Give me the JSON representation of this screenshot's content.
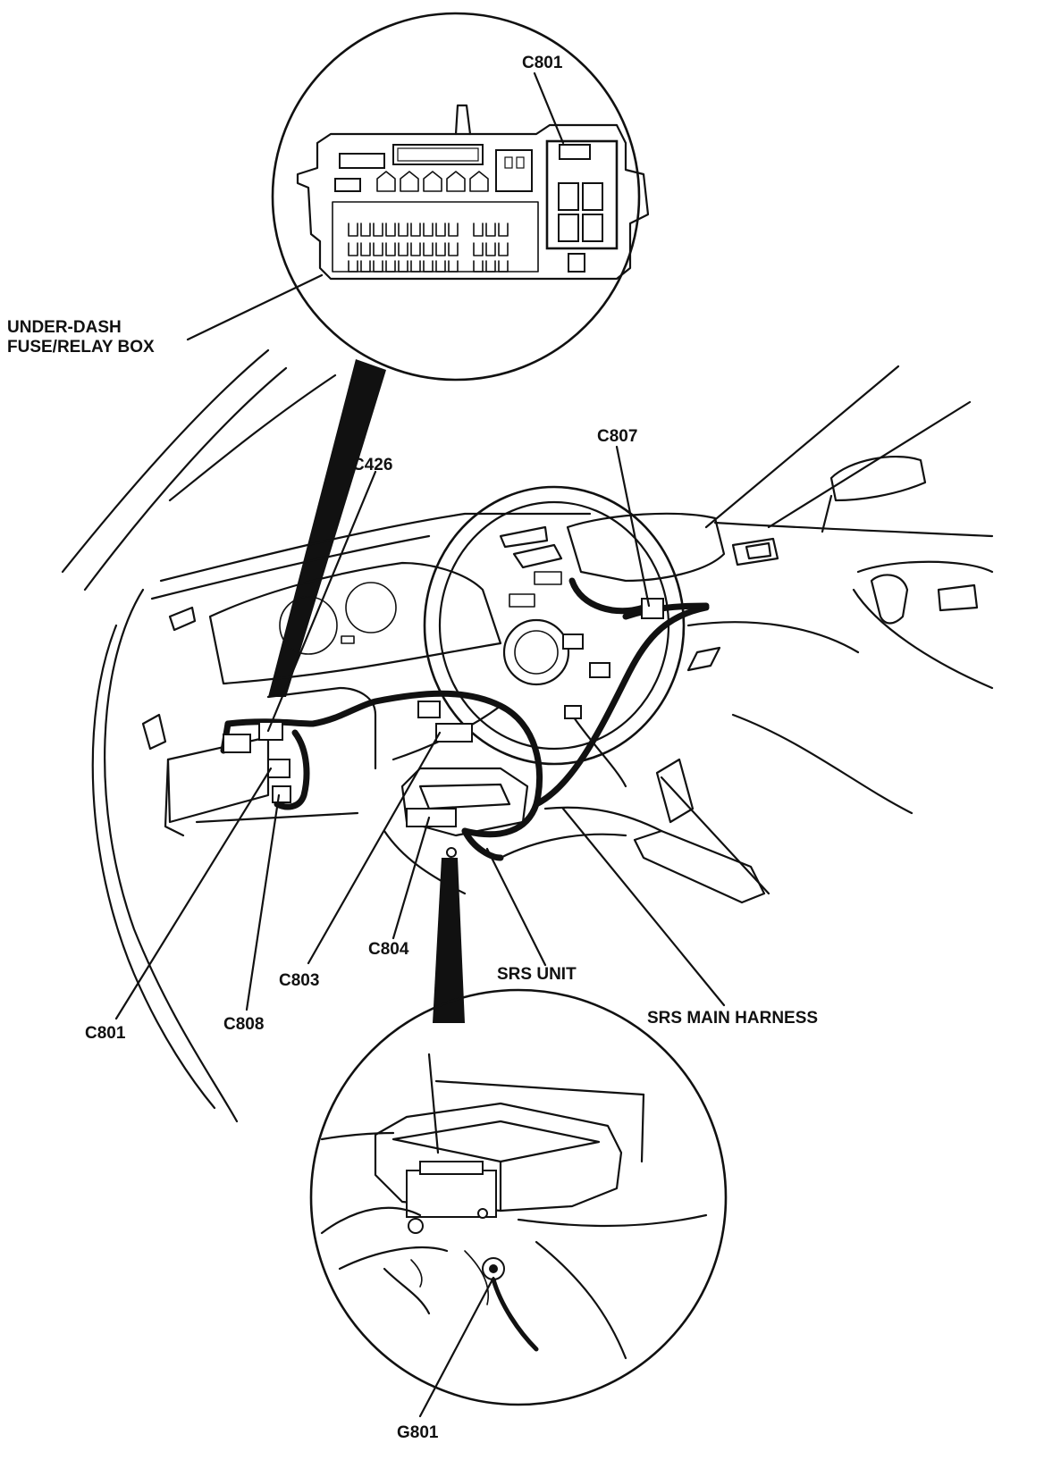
{
  "diagram": {
    "labels": {
      "c801_top": "C801",
      "under_dash_line1": "UNDER-DASH",
      "under_dash_line2": "FUSE/RELAY BOX",
      "c426": "C426",
      "c807": "C807",
      "c804": "C804",
      "srs_unit": "SRS UNIT",
      "c803": "C803",
      "srs_main_harness": "SRS MAIN HARNESS",
      "c808": "C808",
      "c801_left": "C801",
      "g801": "G801"
    },
    "colors": {
      "ink": "#111111",
      "paper": "#ffffff"
    }
  }
}
